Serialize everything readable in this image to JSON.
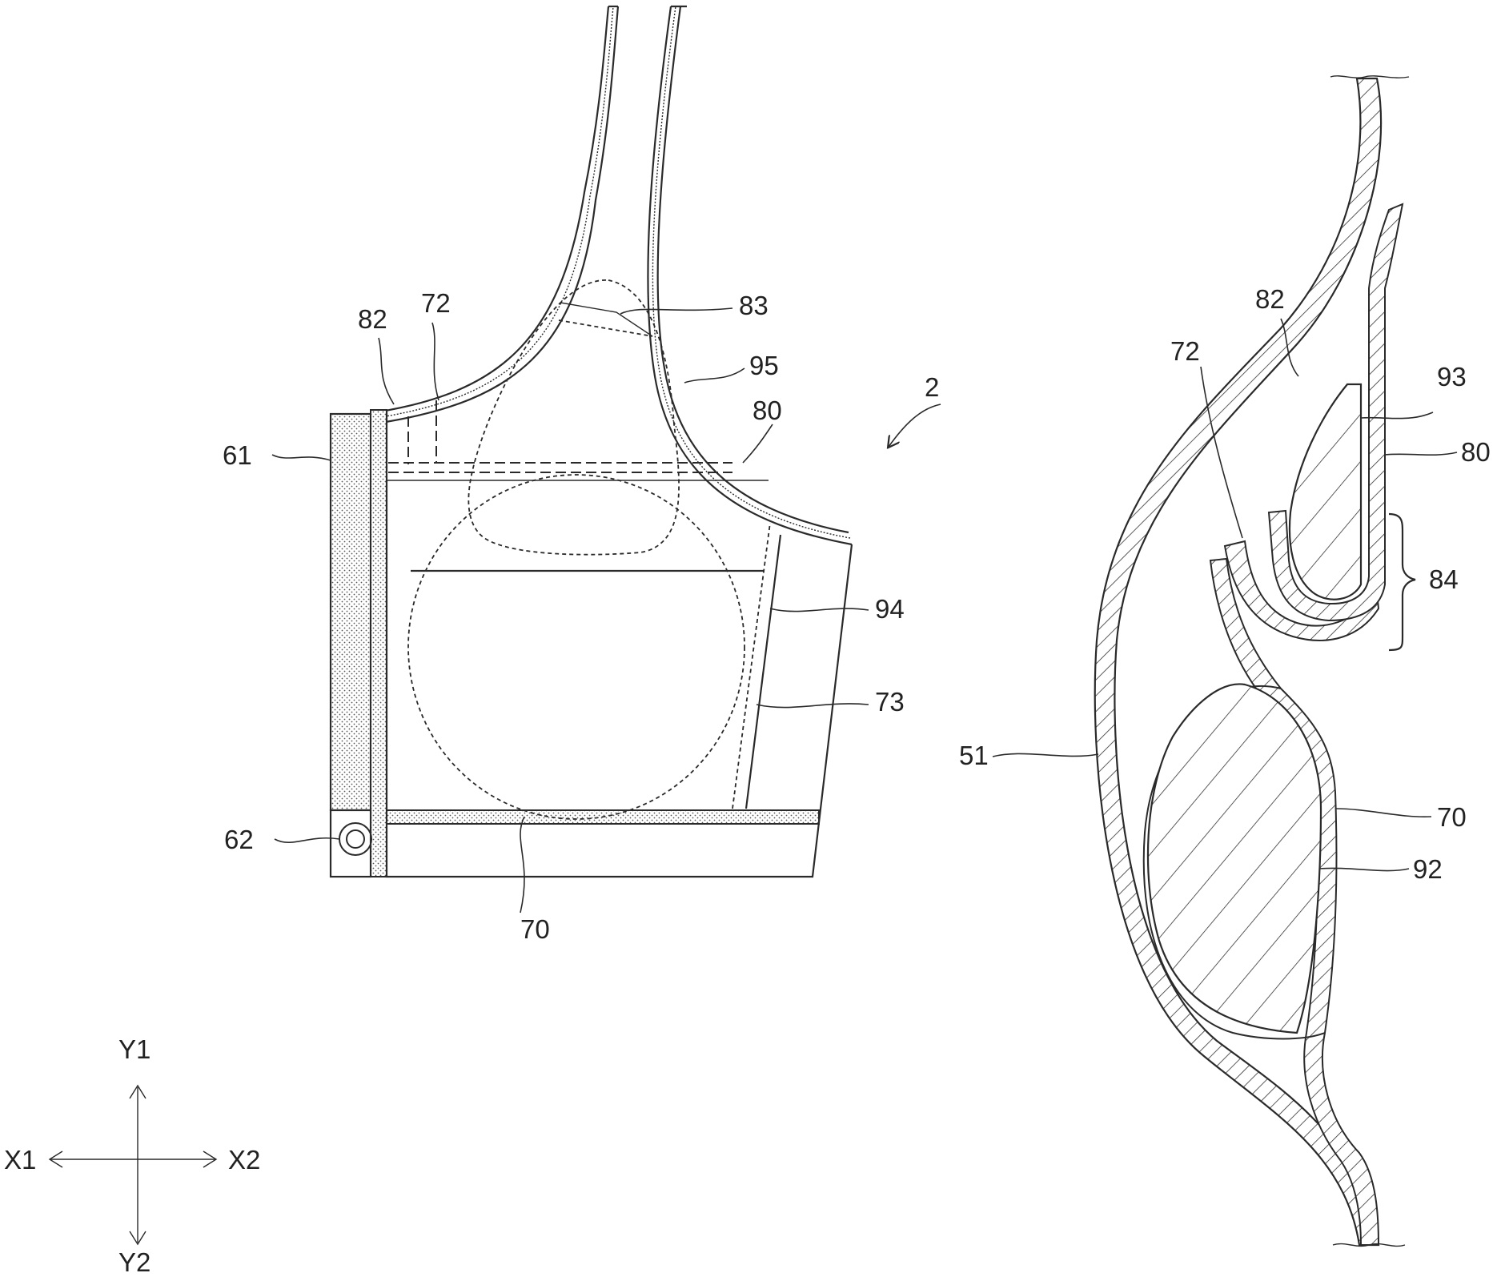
{
  "figure": {
    "front_view": {
      "labels": {
        "ref_2": "2",
        "ref_61": "61",
        "ref_62": "62",
        "ref_70": "70",
        "ref_72": "72",
        "ref_73": "73",
        "ref_80": "80",
        "ref_82": "82",
        "ref_83": "83",
        "ref_94": "94",
        "ref_95": "95"
      }
    },
    "section_view": {
      "labels": {
        "ref_51": "51",
        "ref_70": "70",
        "ref_72": "72",
        "ref_80": "80",
        "ref_82": "82",
        "ref_84": "84",
        "ref_92": "92",
        "ref_93": "93"
      }
    },
    "axes": {
      "y_up": "Y1",
      "y_down": "Y2",
      "x_left": "X1",
      "x_right": "X2"
    }
  }
}
